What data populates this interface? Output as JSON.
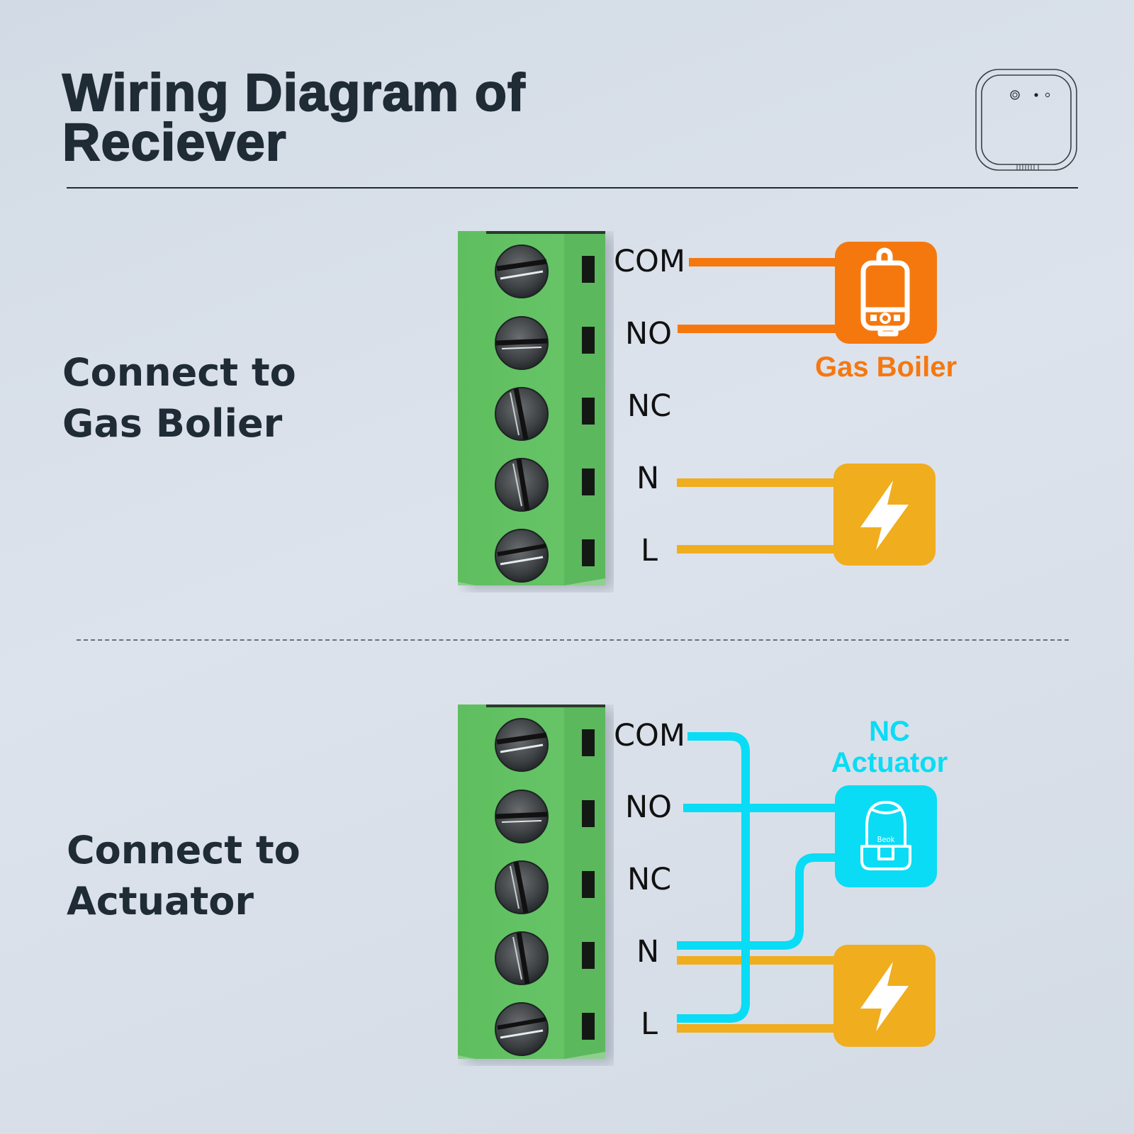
{
  "header": {
    "title_line1": "Wiring Diagram of",
    "title_line2": "Reciever",
    "device_icon": "receiver-device-icon"
  },
  "colors": {
    "text_dark": "#1f2b35",
    "boiler_orange": "#f5780f",
    "power_yellow": "#f0ad1e",
    "actuator_cyan": "#0adcf5",
    "terminal_green": "#5cbf5c"
  },
  "sections": [
    {
      "label_line1": "Connect to",
      "label_line2": "Gas Bolier",
      "terminals": [
        "COM",
        "NO",
        "NC",
        "N",
        "L"
      ],
      "device": {
        "label": "Gas Boiler",
        "icon": "gas-boiler-icon"
      },
      "power": {
        "icon": "lightning-icon"
      },
      "connections": [
        {
          "from": "COM",
          "to": "Gas Boiler",
          "color": "#f5780f"
        },
        {
          "from": "NO",
          "to": "Gas Boiler",
          "color": "#f5780f"
        },
        {
          "from": "N",
          "to": "Power",
          "color": "#f0ad1e"
        },
        {
          "from": "L",
          "to": "Power",
          "color": "#f0ad1e"
        }
      ]
    },
    {
      "label_line1": "Connect to",
      "label_line2": "Actuator",
      "terminals": [
        "COM",
        "NO",
        "NC",
        "N",
        "L"
      ],
      "device": {
        "label_line1": "NC",
        "label_line2": "Actuator",
        "icon": "actuator-icon",
        "brand": "Beok"
      },
      "power": {
        "icon": "lightning-icon"
      },
      "connections": [
        {
          "from": "COM",
          "to": "L",
          "color": "#0adcf5"
        },
        {
          "from": "NO",
          "to": "NC Actuator",
          "color": "#0adcf5"
        },
        {
          "from": "N",
          "to": "NC Actuator",
          "color": "#0adcf5"
        },
        {
          "from": "N",
          "to": "Power",
          "color": "#f0ad1e"
        },
        {
          "from": "L",
          "to": "Power",
          "color": "#f0ad1e"
        }
      ]
    }
  ]
}
